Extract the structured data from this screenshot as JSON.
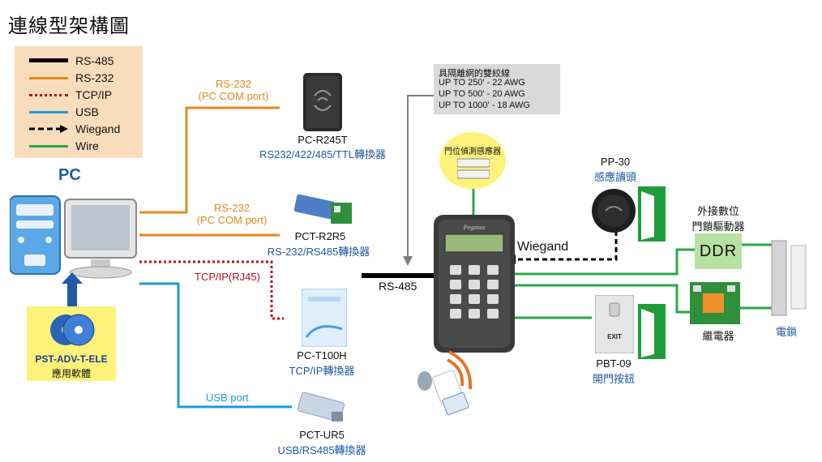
{
  "title": "連線型架構圖",
  "legend": [
    {
      "label": "RS-485",
      "color": "#000000",
      "style": "thick"
    },
    {
      "label": "RS-232",
      "color": "#e08a1e",
      "style": "solid"
    },
    {
      "label": "TCP/IP",
      "color": "#b5121b",
      "style": "dotted"
    },
    {
      "label": "USB",
      "color": "#1a9bd7",
      "style": "solid"
    },
    {
      "label": "Wiegand",
      "color": "#000000",
      "style": "dashed-arrow"
    },
    {
      "label": "Wire",
      "color": "#2aa84a",
      "style": "solid"
    }
  ],
  "pc": {
    "label": "PC"
  },
  "software": {
    "name": "PST-ADV-T-ELE",
    "subtitle": "應用軟體"
  },
  "links": {
    "rs232_1": {
      "line1": "RS-232",
      "line2": "(PC COM port)"
    },
    "rs232_2": {
      "line1": "RS-232",
      "line2": "(PC COM port)"
    },
    "tcpip": "TCP/IP(RJ45)",
    "usb": "USB port",
    "rs485": "RS-485",
    "wiegand": "Wiegand"
  },
  "devices": {
    "pc_r245t": {
      "name": "PC-R245T",
      "sub": "RS232/422/485/TTL轉換器"
    },
    "pct_r2r5": {
      "name": "PCT-R2R5",
      "sub": "RS-232/RS485轉換器"
    },
    "pc_t100h": {
      "name": "PC-T100H",
      "sub": "TCP/IP轉換器"
    },
    "pct_ur5": {
      "name": "PCT-UR5",
      "sub": "USB/RS485轉換器"
    },
    "pp30": {
      "name": "PP-30",
      "sub": "感應讀頭"
    },
    "pbt09": {
      "name": "PBT-09",
      "sub": "開門按鈕",
      "button_text": "EXIT"
    },
    "ddr": {
      "line1": "外接數位",
      "line2": "門鎖驅動器",
      "box_text": "DDR"
    },
    "relay": {
      "name": "繼電器"
    },
    "lock": {
      "name": "電鎖"
    },
    "sensor": {
      "label": "門位偵測感應器"
    }
  },
  "cable_spec": {
    "title": "具隔離網的雙絞線",
    "lines": [
      "UP TO 250' - 22 AWG",
      "UP TO 500' - 20 AWG",
      "UP TO 1000' - 18 AWG"
    ]
  },
  "controller": {
    "brand": "Pegasus"
  }
}
